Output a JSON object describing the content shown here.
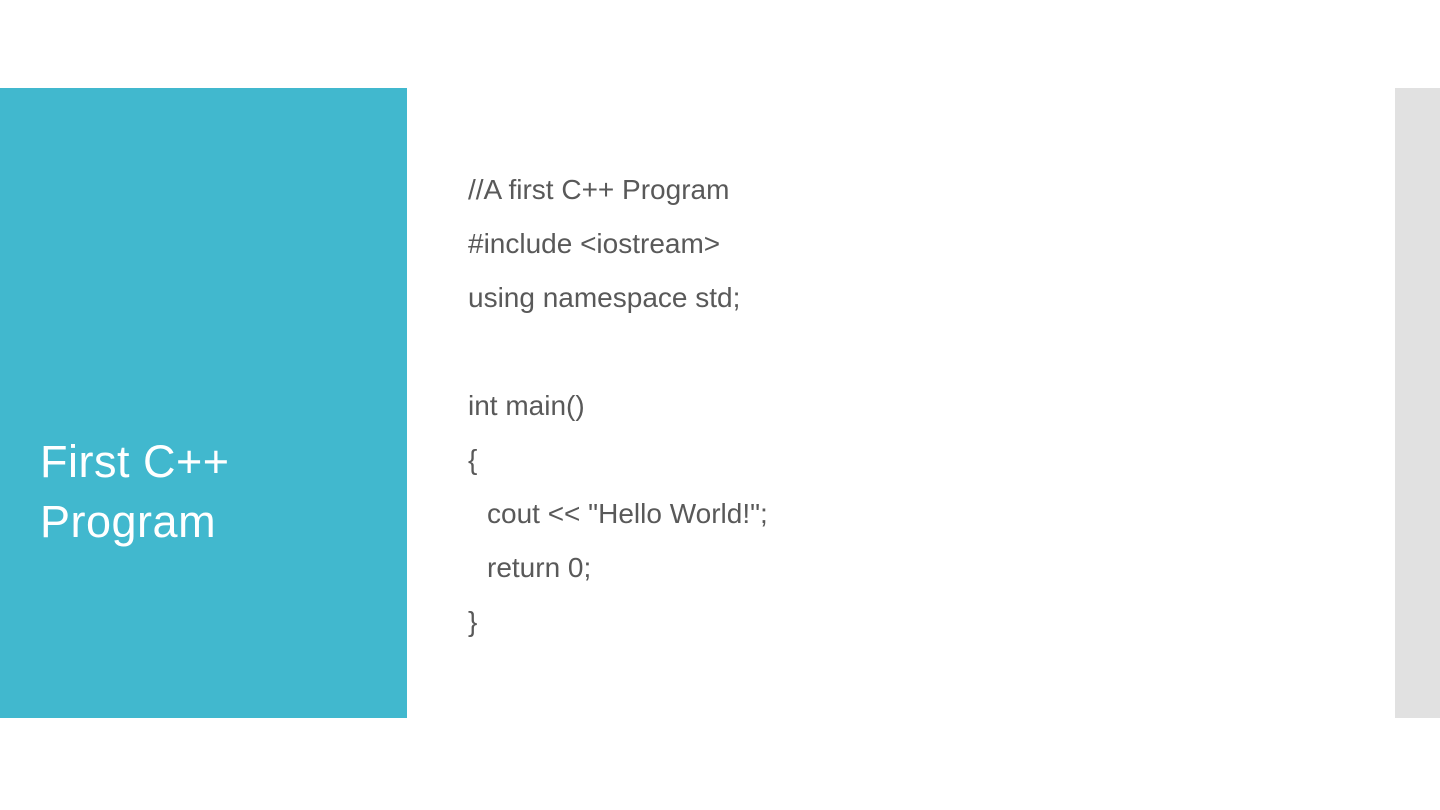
{
  "slide": {
    "title": {
      "line1": "First C++",
      "line2": "Program"
    },
    "code": {
      "lines": [
        {
          "text": "//A first C++ Program",
          "indent": false
        },
        {
          "text": "#include <iostream>",
          "indent": false
        },
        {
          "text": "using namespace std;",
          "indent": false
        },
        {
          "text": "",
          "indent": false
        },
        {
          "text": "int main()",
          "indent": false
        },
        {
          "text": "{",
          "indent": false
        },
        {
          "text": "cout << \"Hello World!\";",
          "indent": true
        },
        {
          "text": "return 0;",
          "indent": true
        },
        {
          "text": "}",
          "indent": false
        }
      ]
    },
    "colors": {
      "accent_teal": "#41b8ce",
      "accent_gray": "#e1e1e1",
      "code_text": "#595959",
      "title_text": "#ffffff",
      "background": "#ffffff"
    }
  }
}
